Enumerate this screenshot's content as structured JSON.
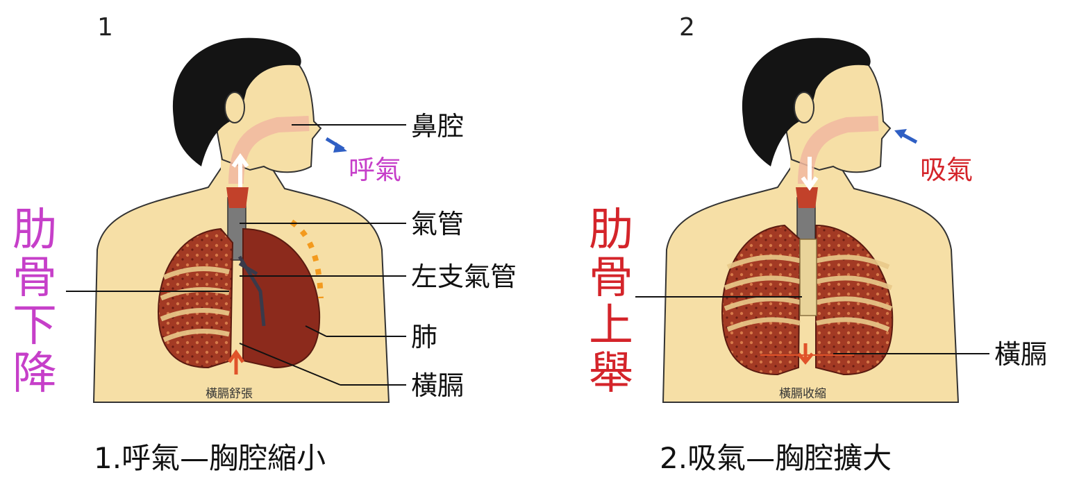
{
  "panels": [
    {
      "number": "1",
      "breath_label": "呼氣",
      "rib_label": [
        "肋",
        "骨",
        "下",
        "降"
      ],
      "labels": {
        "nasal": "鼻腔",
        "trachea": "氣管",
        "bronchus": "左支氣管",
        "lung": "肺",
        "diaphragm": "橫膈"
      },
      "diaphragm_note": "橫膈舒張",
      "caption": "1.呼氣—胸腔縮小"
    },
    {
      "number": "2",
      "breath_label": "吸氣",
      "rib_label": [
        "肋",
        "骨",
        "上",
        "舉"
      ],
      "labels": {
        "diaphragm": "橫膈"
      },
      "diaphragm_note": "橫膈收縮",
      "caption": "2.吸氣—胸腔擴大"
    }
  ],
  "colors": {
    "exhale": "#c63fc9",
    "inhale": "#d4242a",
    "skin": "#f6dfa6",
    "hair": "#141414",
    "lung_dark": "#8a2a1c",
    "lung_mid": "#b5452a",
    "rib": "#e9c98a",
    "arrow_blue": "#2f5fc4",
    "diaphragm_arrow": "#e0532a"
  }
}
